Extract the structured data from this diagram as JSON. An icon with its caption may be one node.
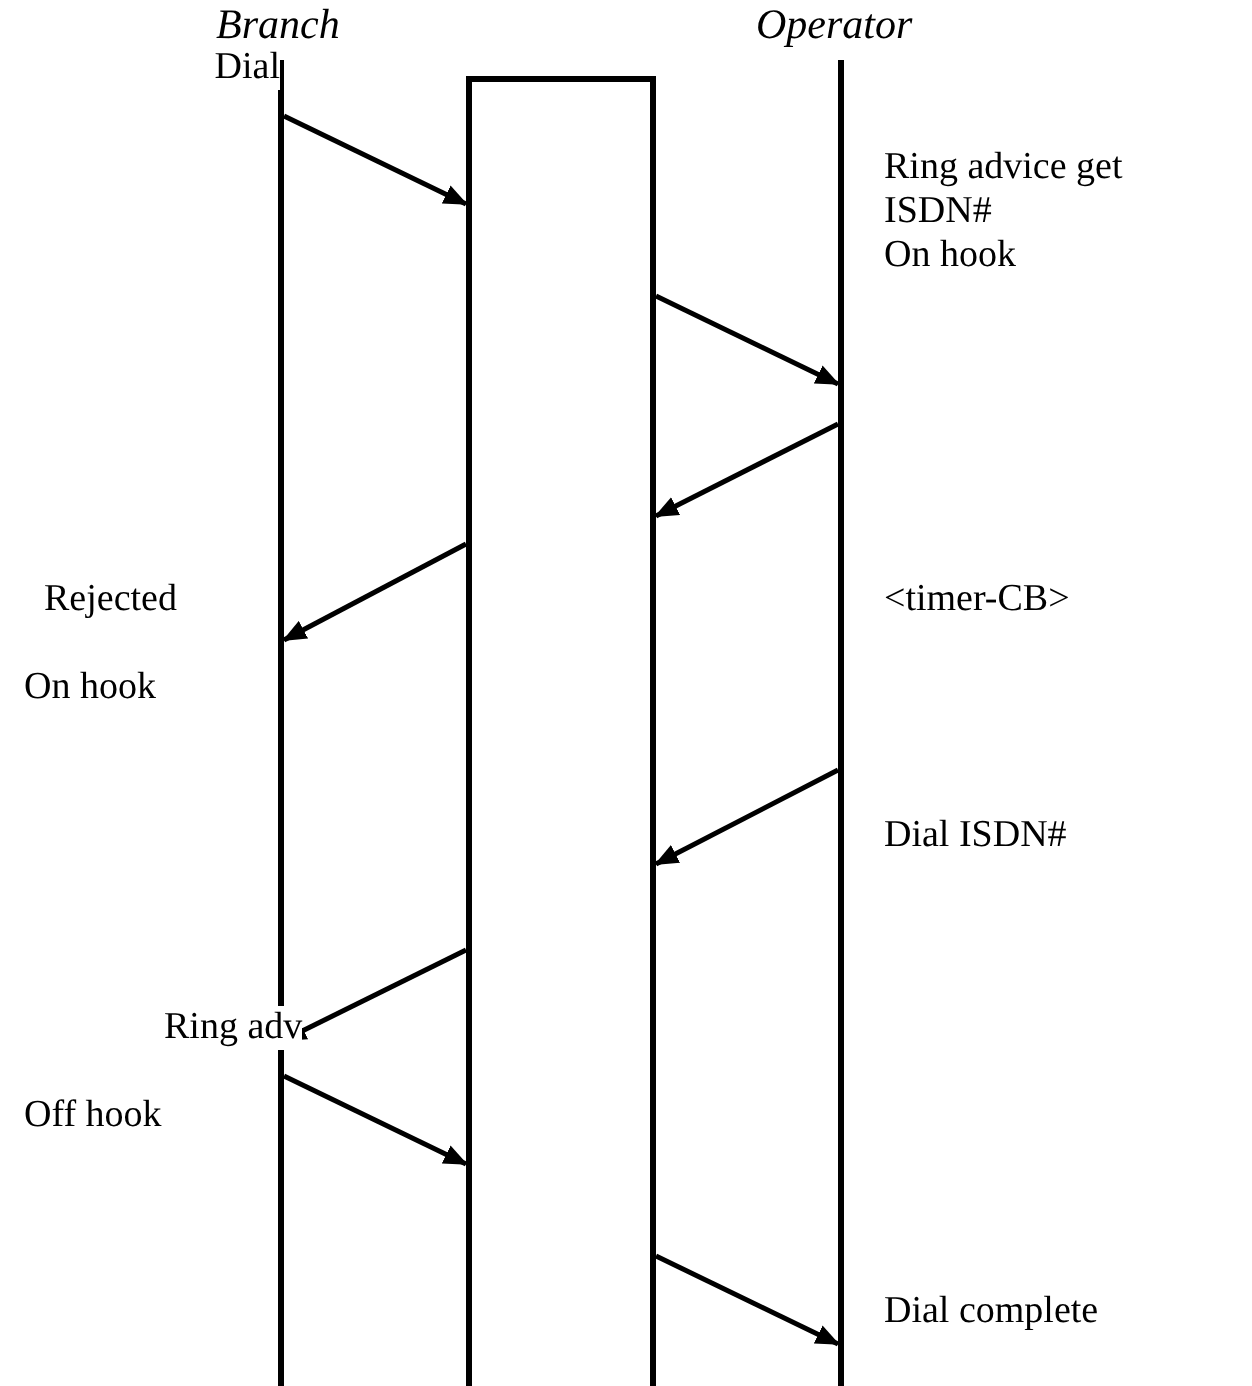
{
  "diagram": {
    "nodes": [
      {
        "text": [
          "Branch"
        ]
      },
      {
        "text": [],
        "shape": "box"
      },
      {
        "text": [
          "Operator"
        ]
      }
    ],
    "edges": [
      {
        "from": 0,
        "to": 1,
        "arrow": "to"
      },
      {
        "from": 1,
        "to": 2,
        "arrow": "to"
      },
      {
        "from": 2,
        "to": 1,
        "arrow": "to"
      },
      {
        "from": 1,
        "to": 0,
        "arrow": "to"
      },
      {
        "from": 2,
        "to": 1,
        "arrow": "to"
      },
      {
        "from": 1,
        "to": 0,
        "arrow": "to"
      },
      {
        "from": 0,
        "to": 1,
        "arrow": "to"
      },
      {
        "from": 1,
        "to": 2,
        "arrow": "to"
      }
    ],
    "labels": [
      "Dial",
      "Ring advice get ISDN#",
      "On hook",
      "Rejected",
      "<timer-CB>",
      "On hook",
      "Dial ISDN#",
      "Ring adv",
      "Off hook",
      "Dial complete"
    ]
  }
}
